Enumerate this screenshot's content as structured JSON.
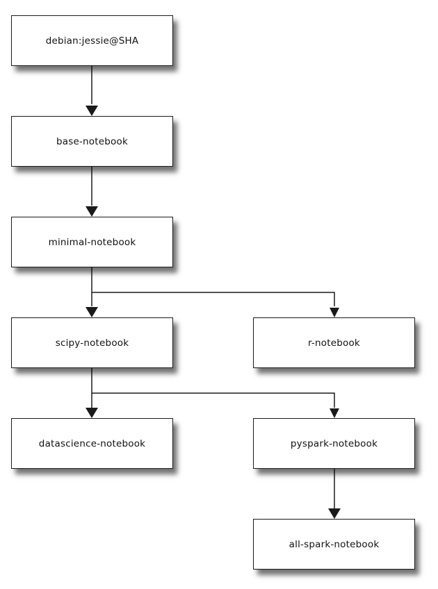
{
  "diagram": {
    "nodes": {
      "debian": "debian:jessie@SHA",
      "base": "base-notebook",
      "minimal": "minimal-notebook",
      "scipy": "scipy-notebook",
      "r": "r-notebook",
      "datascience": "datascience-notebook",
      "pyspark": "pyspark-notebook",
      "allspark": "all-spark-notebook"
    },
    "edges": [
      {
        "from": "debian",
        "to": "base"
      },
      {
        "from": "base",
        "to": "minimal"
      },
      {
        "from": "minimal",
        "to": "scipy"
      },
      {
        "from": "minimal",
        "to": "r"
      },
      {
        "from": "scipy",
        "to": "datascience"
      },
      {
        "from": "scipy",
        "to": "pyspark"
      },
      {
        "from": "pyspark",
        "to": "allspark"
      }
    ],
    "colors": {
      "line": "#1a1a1a",
      "box_border": "#1a1a1a",
      "background": "#ffffff"
    }
  }
}
